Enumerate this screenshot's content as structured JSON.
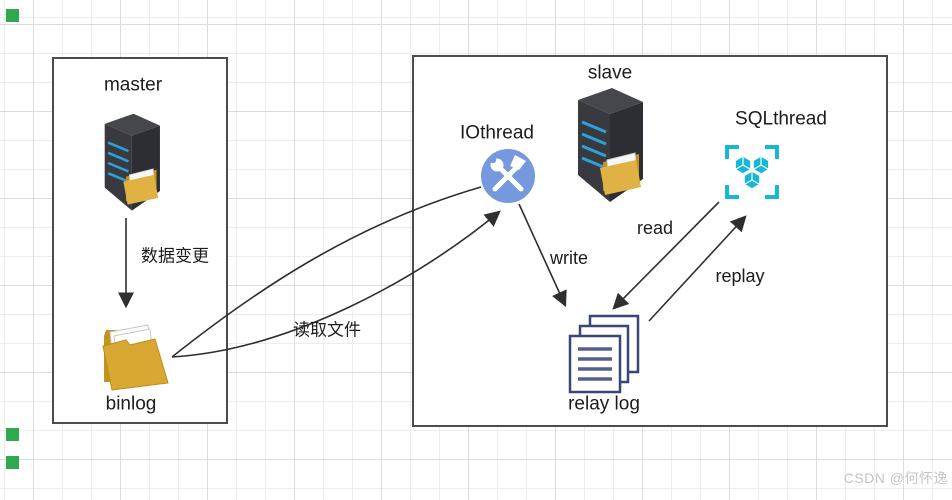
{
  "labels": {
    "master": "master",
    "binlog": "binlog",
    "data_change": "数据变更",
    "read_file": "读取文件",
    "slave": "slave",
    "iothread": "IOthread",
    "sqlthread": "SQLthread",
    "write": "write",
    "read": "read",
    "replay": "replay",
    "relay_log": "relay log"
  },
  "watermark": {
    "text": "CSDN @何怀逸"
  },
  "icons": {
    "master_server": "server-icon",
    "slave_server": "server-icon",
    "binlog": "folder-icon",
    "iothread": "tools-badge-icon",
    "sqlthread": "hexagon-cluster-icon",
    "relay_log": "document-stack-icon"
  },
  "colors": {
    "accent_blue": "#7598de",
    "accent_cyan": "#17b8d5",
    "folder_gold": "#d9a832",
    "relay_navy": "#3a4677",
    "arrow": "#2f2f2f",
    "box_border": "#4c4c4c",
    "handle_green": "#2fa84f",
    "grid_minor": "#ededed",
    "grid_major": "#dcdcdc",
    "watermark_gray": "#c5c5c7",
    "text": "#1c1c1c"
  }
}
